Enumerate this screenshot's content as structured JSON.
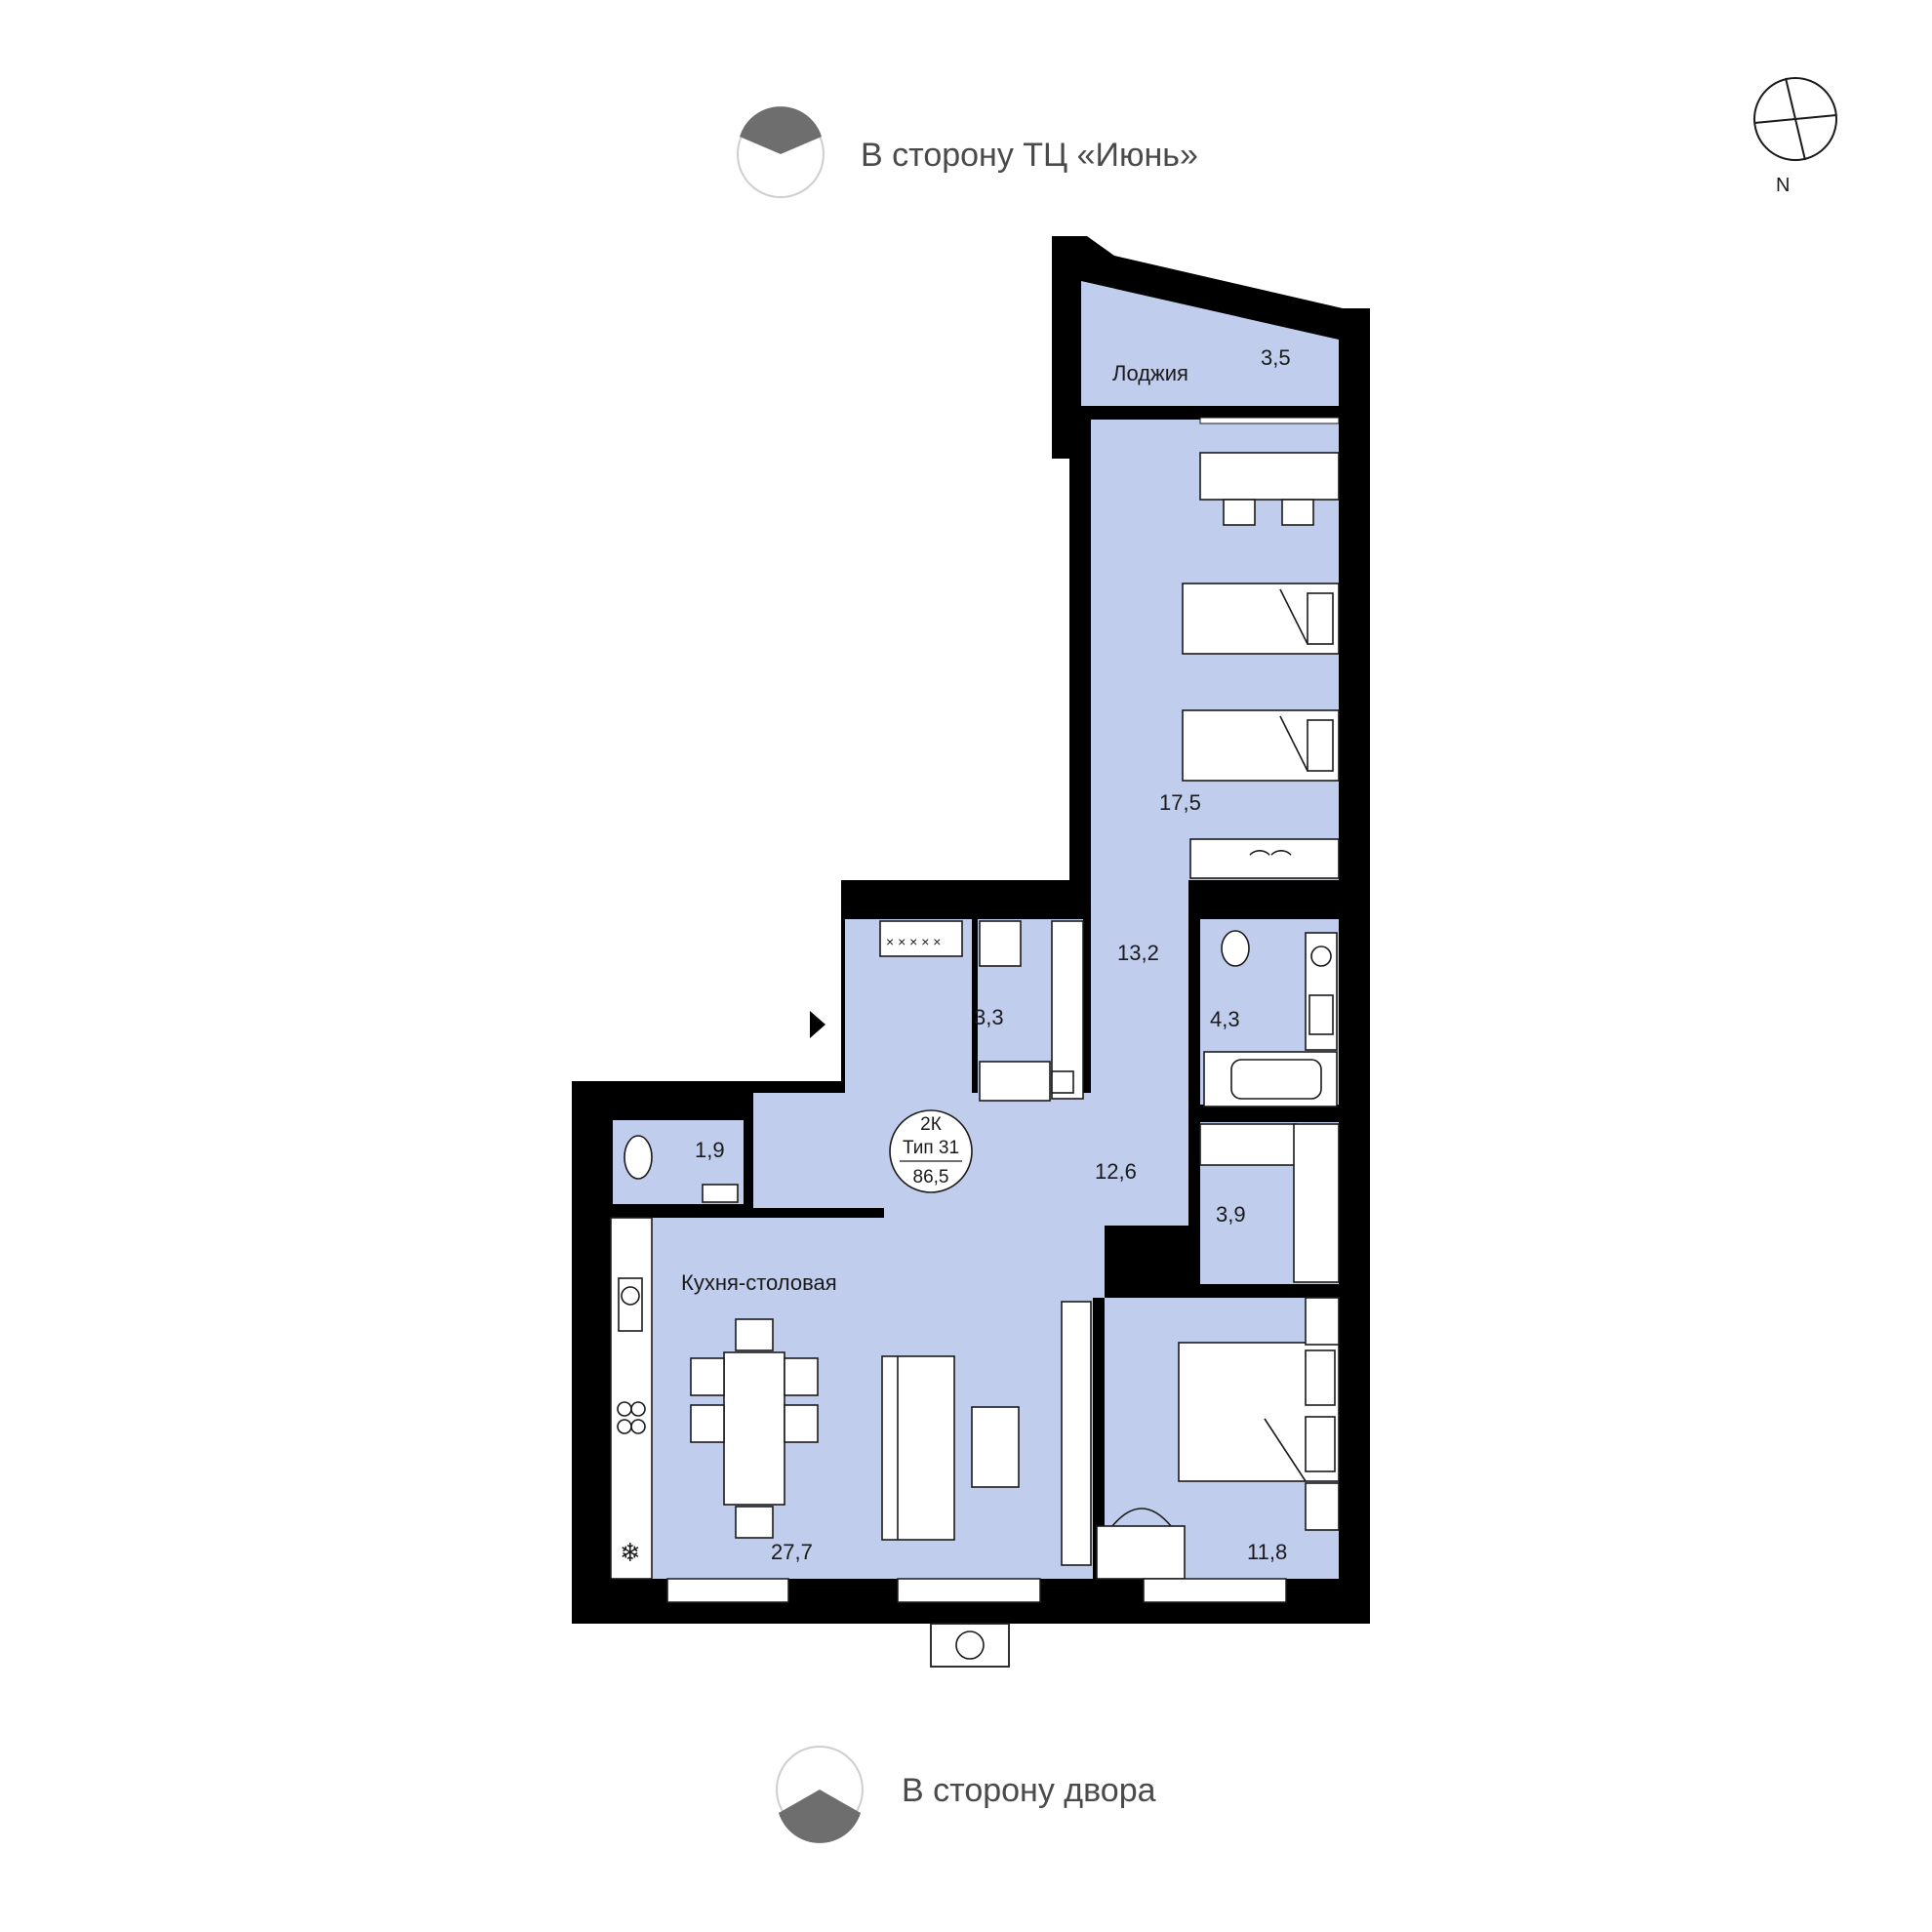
{
  "colors": {
    "room_fill": "#c1cdec",
    "wall": "#000000",
    "orient_dark": "#6e6e6e",
    "text": "#1a1a1a"
  },
  "orientation": {
    "top_label": "В сторону ТЦ «Июнь»",
    "bottom_label": "В сторону двора",
    "north_label": "N"
  },
  "rooms": {
    "loggia_name": "Лоджия",
    "loggia_area": "3,5",
    "bedroom_top_area": "17,5",
    "hall_top_area": "13,2",
    "wardrobe_area": "3,3",
    "bathroom_area": "4,3",
    "wc_area": "1,9",
    "hall_main_area": "12,6",
    "closet_area": "3,9",
    "kitchen_name": "Кухня-столовая",
    "kitchen_area": "27,7",
    "bedroom_bottom_area": "11,8"
  },
  "badge": {
    "type": "2К",
    "subtype": "Тип 31",
    "total_area": "86,5"
  },
  "icons": [
    "entrance-arrow-icon",
    "snowflake-icon",
    "fan-icon",
    "north-compass-icon",
    "hanger-icon",
    "toilet-icon",
    "bathtub-icon",
    "washing-machine-icon",
    "sink-icon",
    "stove-icon"
  ]
}
